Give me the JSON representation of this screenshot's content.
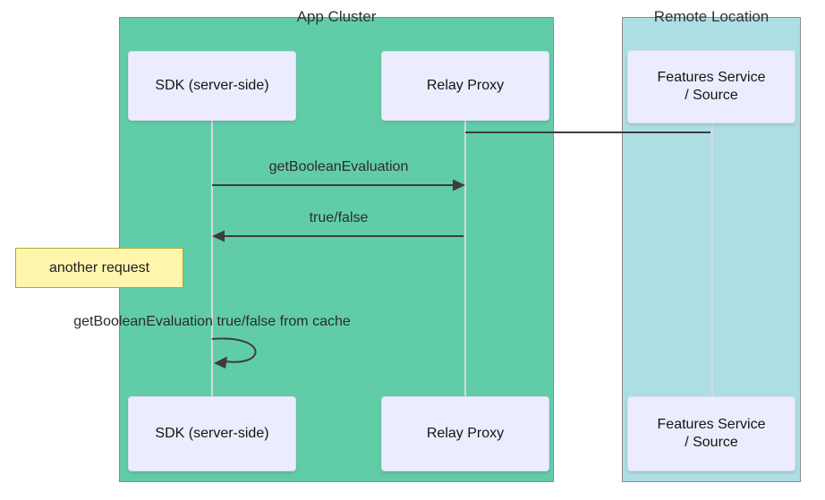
{
  "diagram": {
    "type": "sequence",
    "clusters": {
      "app": {
        "label": "App Cluster",
        "fill": "#61cda8"
      },
      "remote": {
        "label": "Remote Location",
        "fill": "#addee4"
      }
    },
    "participants": {
      "sdk": {
        "label": "SDK (server-side)",
        "cluster": "App Cluster"
      },
      "relay": {
        "label": "Relay Proxy",
        "cluster": "App Cluster"
      },
      "features": {
        "label": "Features Service / Source",
        "line1": "Features Service",
        "line2": "/ Source",
        "cluster": "Remote Location"
      }
    },
    "messages": {
      "relay_to_features_link": {
        "from": "Relay Proxy",
        "to": "Features Service / Source",
        "label": "",
        "style": "plain-line"
      },
      "get_boolean_evaluation": {
        "from": "SDK (server-side)",
        "to": "Relay Proxy",
        "label": "getBooleanEvaluation",
        "style": "solid-arrow"
      },
      "true_false_response": {
        "from": "Relay Proxy",
        "to": "SDK (server-side)",
        "label": "true/false",
        "style": "solid-arrow"
      },
      "cache_self_call": {
        "from": "SDK (server-side)",
        "to": "SDK (server-side)",
        "label": "getBooleanEvaluation true/false from cache",
        "style": "self-loop-arrow"
      }
    },
    "note": {
      "text": "another request",
      "anchored_to": "SDK (server-side)"
    },
    "colors": {
      "app_cluster_fill": "#61cda8",
      "remote_cluster_fill": "#addee4",
      "cluster_border": "#8a8a8a",
      "participant_fill": "#ececff",
      "participant_border": "#dcdcf2",
      "lifeline": "#d6d6e8",
      "message_line": "#3d3d3d",
      "note_fill": "#fff5ad",
      "note_border": "#aaaa33",
      "text": "#2b2b2b"
    }
  }
}
